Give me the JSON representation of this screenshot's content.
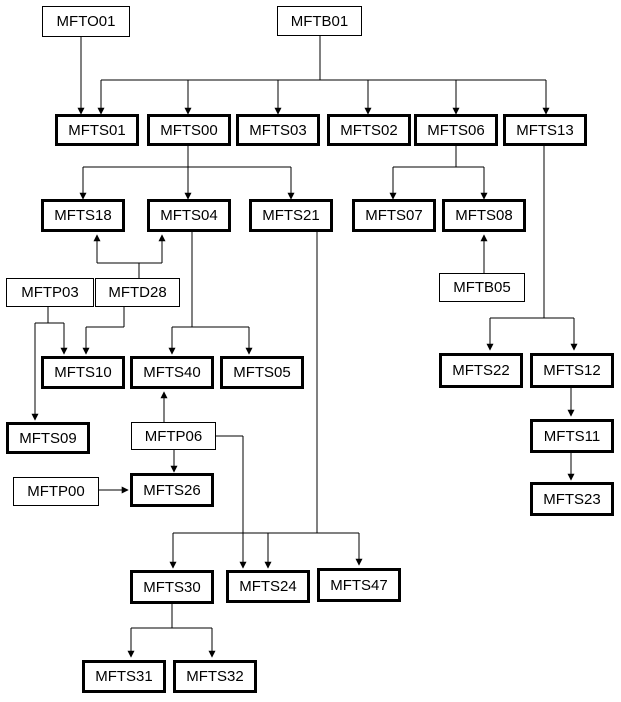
{
  "diagram": {
    "nodes": {
      "MFTO01": "MFTO01",
      "MFTB01": "MFTB01",
      "MFTS01": "MFTS01",
      "MFTS00": "MFTS00",
      "MFTS03": "MFTS03",
      "MFTS02": "MFTS02",
      "MFTS06": "MFTS06",
      "MFTS13": "MFTS13",
      "MFTS18": "MFTS18",
      "MFTS04": "MFTS04",
      "MFTS21": "MFTS21",
      "MFTS07": "MFTS07",
      "MFTS08": "MFTS08",
      "MFTB05": "MFTB05",
      "MFTP03": "MFTP03",
      "MFTD28": "MFTD28",
      "MFTS10": "MFTS10",
      "MFTS40": "MFTS40",
      "MFTS05": "MFTS05",
      "MFTS22": "MFTS22",
      "MFTS12": "MFTS12",
      "MFTS09": "MFTS09",
      "MFTP06": "MFTP06",
      "MFTS11": "MFTS11",
      "MFTP00": "MFTP00",
      "MFTS26": "MFTS26",
      "MFTS23": "MFTS23",
      "MFTS30": "MFTS30",
      "MFTS24": "MFTS24",
      "MFTS47": "MFTS47",
      "MFTS31": "MFTS31",
      "MFTS32": "MFTS32"
    }
  }
}
